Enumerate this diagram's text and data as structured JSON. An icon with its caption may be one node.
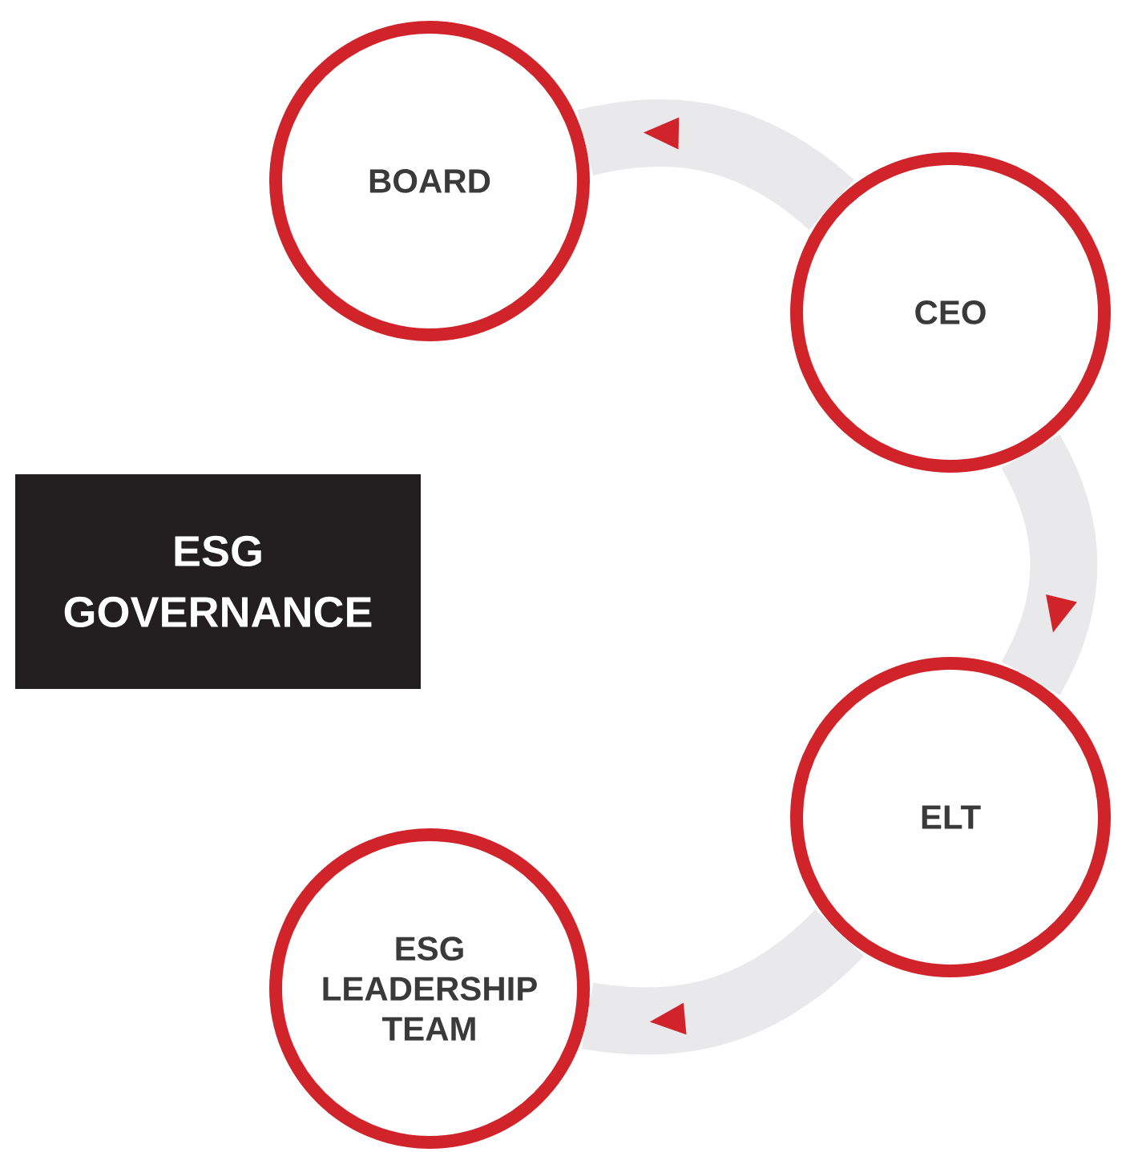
{
  "diagram": {
    "nodes": [
      {
        "text": [
          "BOARD"
        ]
      },
      {
        "text": [
          "CEO"
        ]
      },
      {
        "text": [
          "ESG GOVERNANCE"
        ]
      },
      {
        "text": [
          "ELT"
        ]
      },
      {
        "text": [
          "ESG LEADERSHIP TEAM"
        ]
      }
    ],
    "edges": [
      {
        "from": 1,
        "to": 0,
        "arrow": "to"
      },
      {
        "from": 1,
        "to": 3,
        "arrow": "to"
      },
      {
        "from": 3,
        "to": 4,
        "arrow": "to"
      }
    ]
  }
}
